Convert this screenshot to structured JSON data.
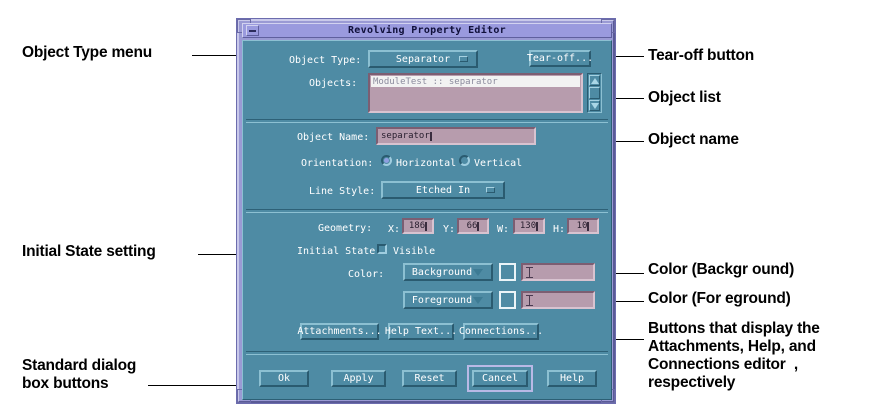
{
  "window": {
    "title": "Revolving Property Editor",
    "menu_icon": "window-menu-icon"
  },
  "form": {
    "object_type_label": "Object Type:",
    "object_type_value": "Separator",
    "tearoff_label": "Tear-off...",
    "objects_label": "Objects:",
    "objects_list": [
      "ModuleTest :: separator"
    ],
    "object_name_label": "Object Name:",
    "object_name_value": "separator",
    "orientation_label": "Orientation:",
    "orientation_options": [
      "Horizontal",
      "Vertical"
    ],
    "orientation_selected": "Horizontal",
    "line_style_label": "Line Style:",
    "line_style_value": "Etched In",
    "geometry_label": "Geometry:",
    "geometry": [
      {
        "label": "X:",
        "value": "186"
      },
      {
        "label": "Y:",
        "value": "66"
      },
      {
        "label": "W:",
        "value": "130"
      },
      {
        "label": "H:",
        "value": "10"
      }
    ],
    "initial_state_label": "Initial State:",
    "visible_label": "Visible",
    "visible_checked": false,
    "color_label": "Color:",
    "color_rows": [
      {
        "menu": "Background",
        "value": ""
      },
      {
        "menu": "Foreground",
        "value": ""
      }
    ],
    "editor_buttons": [
      "Attachments...",
      "Help Text...",
      "Connections..."
    ],
    "dialog_buttons": [
      "Ok",
      "Apply",
      "Reset",
      "Cancel",
      "Help"
    ],
    "default_button": "Cancel"
  },
  "annotations": {
    "left": [
      {
        "text": "Object Type menu"
      },
      {
        "text": "Initial State setting"
      },
      {
        "text": "Standard dialog\nbox buttons"
      }
    ],
    "right": [
      {
        "text": "Tear-off button"
      },
      {
        "text": "Object list"
      },
      {
        "text": "Object name"
      },
      {
        "text": "Color (Backgr ound)"
      },
      {
        "text": "Color (For eground)"
      },
      {
        "text": "Buttons that display the\nAttachments, Help, and\nConnections editor  ,\nrespectively"
      }
    ]
  },
  "colors": {
    "dialog_bg": "#4e8ba4",
    "titlebar_bg": "#9a9ade",
    "field_bg": "#b79cad",
    "page_bg": "#ffffff"
  }
}
